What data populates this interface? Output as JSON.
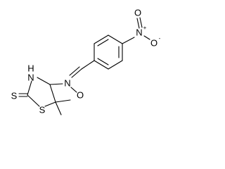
{
  "molecule": {
    "atoms": {
      "n_nitro": "N",
      "n_nitro_charge": "+",
      "o_nitro_top": "O",
      "o_nitro_bottom": "O",
      "o_nitro_bottom_charge": "-",
      "n_nitrone": "N",
      "o_nitrone": "O",
      "nh_ring": "H",
      "n_ring": "N",
      "s_thione": "S",
      "s_ring": "S"
    }
  }
}
